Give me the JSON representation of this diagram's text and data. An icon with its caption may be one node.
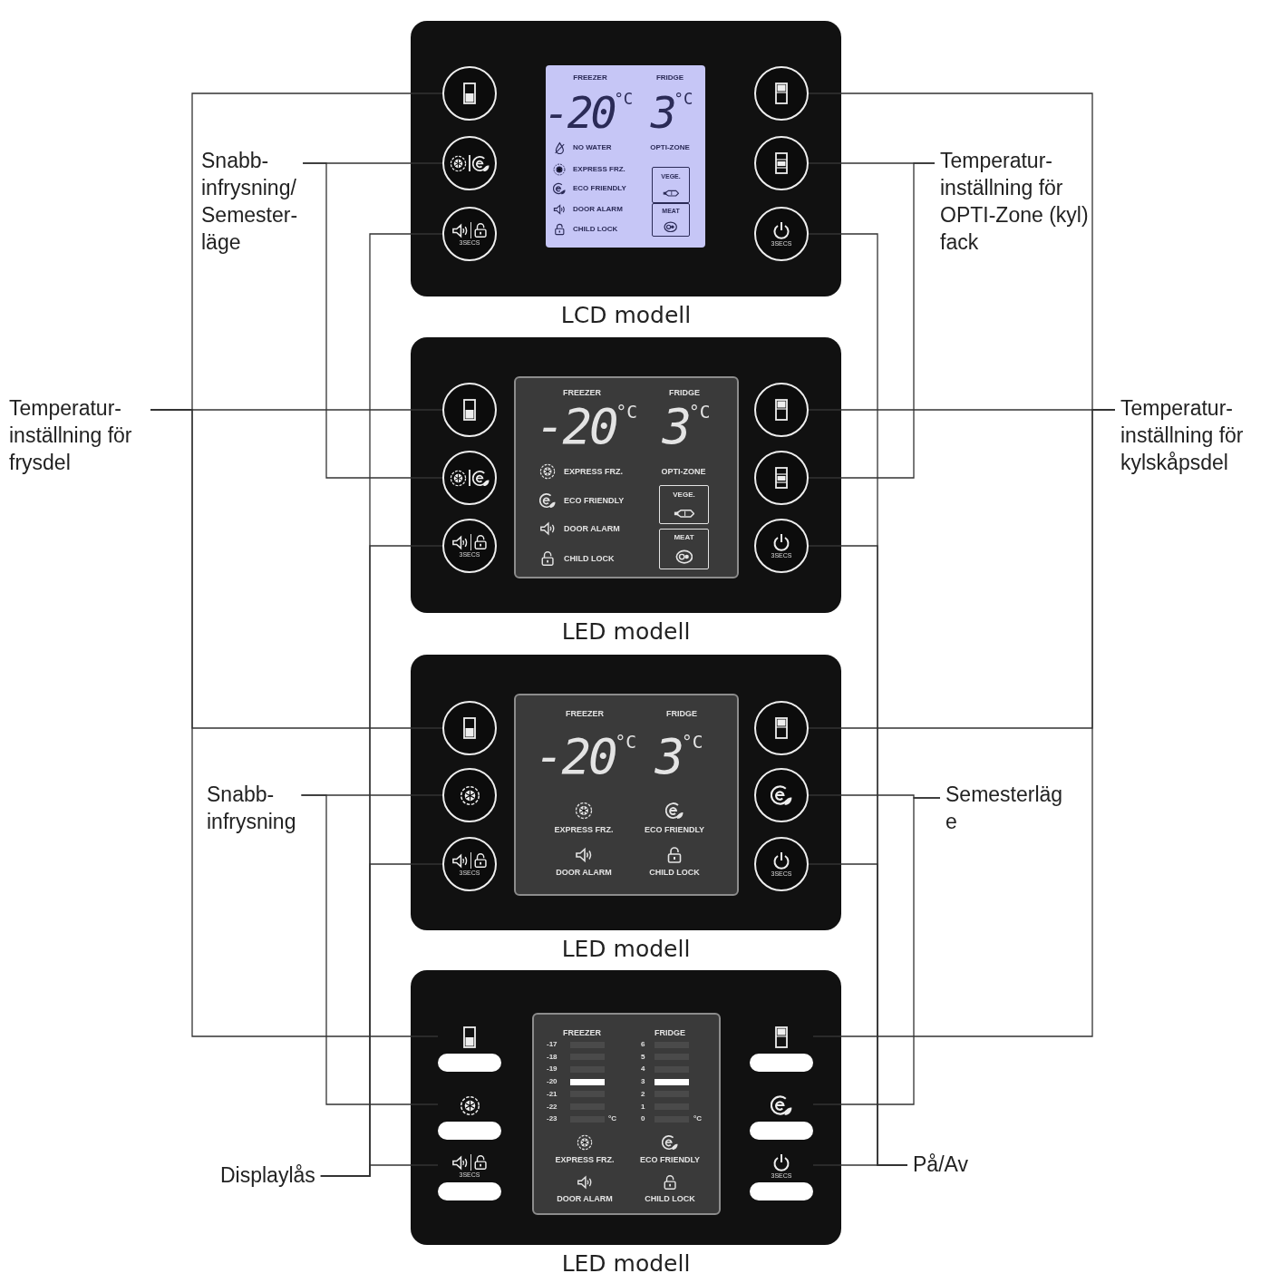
{
  "diagram": {
    "nodes": [
      {
        "text": [],
        "shape": "box",
        "beside": [
          "LCD modell"
        ]
      },
      {
        "text": [],
        "shape": "circle",
        "in": 0
      },
      {
        "text": [],
        "shape": "circle",
        "in": 0
      },
      {
        "text": [
          "3SECS"
        ],
        "in": 0
      },
      {
        "text": [
          "FREEZER",
          "FRIDGE",
          "-20$^{°C}$",
          "3$^{°C}$",
          "NO WATER",
          "OPTI-ZONE",
          "EXPRESS FRZ.",
          "ECO FRIENDLY",
          "DOOR ALARM",
          "CHILD LOCK"
        ],
        "in": 0
      },
      {
        "text": [
          "VEGE."
        ],
        "in": 4
      },
      {
        "text": [
          "MEAT"
        ],
        "in": 4
      },
      {
        "text": [],
        "shape": "circle",
        "in": 0
      },
      {
        "text": [],
        "shape": "circle",
        "in": 0
      },
      {
        "text": [
          "3SECS"
        ],
        "in": 0
      },
      {
        "text": [],
        "shape": "box",
        "beside": [
          "LED modell"
        ]
      },
      {
        "text": [],
        "shape": "circle",
        "in": 10
      },
      {
        "text": [],
        "shape": "circle",
        "in": 10
      },
      {
        "text": [
          "3SECS"
        ],
        "in": 10
      },
      {
        "text": [
          "FREEZER",
          "FRIDGE",
          "-20$^{°C}$",
          "3$^{°C}$",
          "EXPRESS FRZ.",
          "OPTI-ZONE",
          "ECO FRIENDLY",
          "DOOR ALARM",
          "CHILD LOCK"
        ],
        "in": 10
      },
      {
        "text": [
          "VEGE."
        ],
        "in": 14
      },
      {
        "text": [
          "MEAT"
        ],
        "in": 14
      },
      {
        "text": [],
        "shape": "circle",
        "in": 10
      },
      {
        "text": [],
        "shape": "circle",
        "in": 10
      },
      {
        "text": [
          "3SECS"
        ],
        "in": 10
      },
      {
        "text": [],
        "shape": "box",
        "beside": [
          "LED modell"
        ]
      },
      {
        "text": [],
        "shape": "circle",
        "in": 20
      },
      {
        "text": [],
        "shape": "circle",
        "in": 20
      },
      {
        "text": [
          "3SECS"
        ],
        "in": 20
      },
      {
        "text": [
          "FREEZER",
          "FRIDGE",
          "-20$^{°C}$",
          "3$^{°C}$",
          "EXPRESS FRZ.",
          "ECO FRIENDLY",
          "DOOR ALARM",
          "CHILD LOCK"
        ],
        "in": 20
      },
      {
        "text": [],
        "shape": "circle",
        "in": 20
      },
      {
        "text": [],
        "shape": "circle",
        "in": 20
      },
      {
        "text": [
          "3SECS"
        ],
        "in": 20
      },
      {
        "text": [],
        "shape": "box",
        "beside": [
          "LED modell"
        ]
      },
      {
        "text": [],
        "shape": "bar",
        "in": 28
      },
      {
        "text": [],
        "shape": "bar",
        "in": 28
      },
      {
        "text": [
          "3SECS"
        ],
        "in": 28
      },
      {
        "text": [
          "FREEZER",
          "FRIDGE",
          "-17",
          "-18",
          "-19",
          "-20",
          "-21",
          "-22",
          "-23",
          "°C",
          "6",
          "5",
          "4",
          "3",
          "2",
          "1",
          "0",
          "°C",
          "EXPRESS FRZ.",
          "ECO FRIENDLY",
          "DOOR ALARM",
          "CHILD LOCK"
        ],
        "in": 28
      },
      {
        "text": [],
        "shape": "bar",
        "in": 28
      },
      {
        "text": [],
        "shape": "bar",
        "in": 28
      },
      {
        "text": [
          "3SECS"
        ],
        "in": 28
      },
      {
        "text": [
          "Snabb- infrysning/ Semester- läge"
        ]
      },
      {
        "text": [
          "Temperatur- inställning för frysdel"
        ]
      },
      {
        "text": [
          "Snabb- infrysning"
        ]
      },
      {
        "text": [
          "Displaylås"
        ]
      },
      {
        "text": [
          "Temperatur- inställning för OPTI-Zone (kyl) fack"
        ]
      },
      {
        "text": [
          "Temperatur- inställning för kylskåpsdel"
        ]
      },
      {
        "text": [
          "Semesterläg e"
        ]
      },
      {
        "text": [
          "På/Av"
        ]
      }
    ],
    "edges": [
      {
        "from": 36,
        "to": 2,
        "arrow": "none"
      },
      {
        "from": 36,
        "to": 12,
        "arrow": "none"
      },
      {
        "from": 37,
        "to": 1,
        "arrow": "none"
      },
      {
        "from": 37,
        "to": 11,
        "arrow": "none"
      },
      {
        "from": 37,
        "to": 21,
        "arrow": "none"
      },
      {
        "from": 37,
        "to": 29,
        "arrow": "none"
      },
      {
        "from": 38,
        "to": 22,
        "arrow": "none"
      },
      {
        "from": 38,
        "to": 30,
        "arrow": "none"
      },
      {
        "from": 39,
        "to": 3,
        "arrow": "none"
      },
      {
        "from": 39,
        "to": 13,
        "arrow": "none"
      },
      {
        "from": 39,
        "to": 23,
        "arrow": "none"
      },
      {
        "from": 39,
        "to": 31,
        "arrow": "none"
      },
      {
        "from": 40,
        "to": 8,
        "arrow": "none"
      },
      {
        "from": 40,
        "to": 18,
        "arrow": "none"
      },
      {
        "from": 41,
        "to": 7,
        "arrow": "none"
      },
      {
        "from": 41,
        "to": 17,
        "arrow": "none"
      },
      {
        "from": 41,
        "to": 25,
        "arrow": "none"
      },
      {
        "from": 41,
        "to": 33,
        "arrow": "none"
      },
      {
        "from": 42,
        "to": 26,
        "arrow": "none"
      },
      {
        "from": 42,
        "to": 34,
        "arrow": "none"
      },
      {
        "from": 43,
        "to": 9,
        "arrow": "none"
      },
      {
        "from": 43,
        "to": 19,
        "arrow": "none"
      },
      {
        "from": 43,
        "to": 27,
        "arrow": "none"
      },
      {
        "from": 43,
        "to": 35,
        "arrow": "none"
      }
    ]
  }
}
